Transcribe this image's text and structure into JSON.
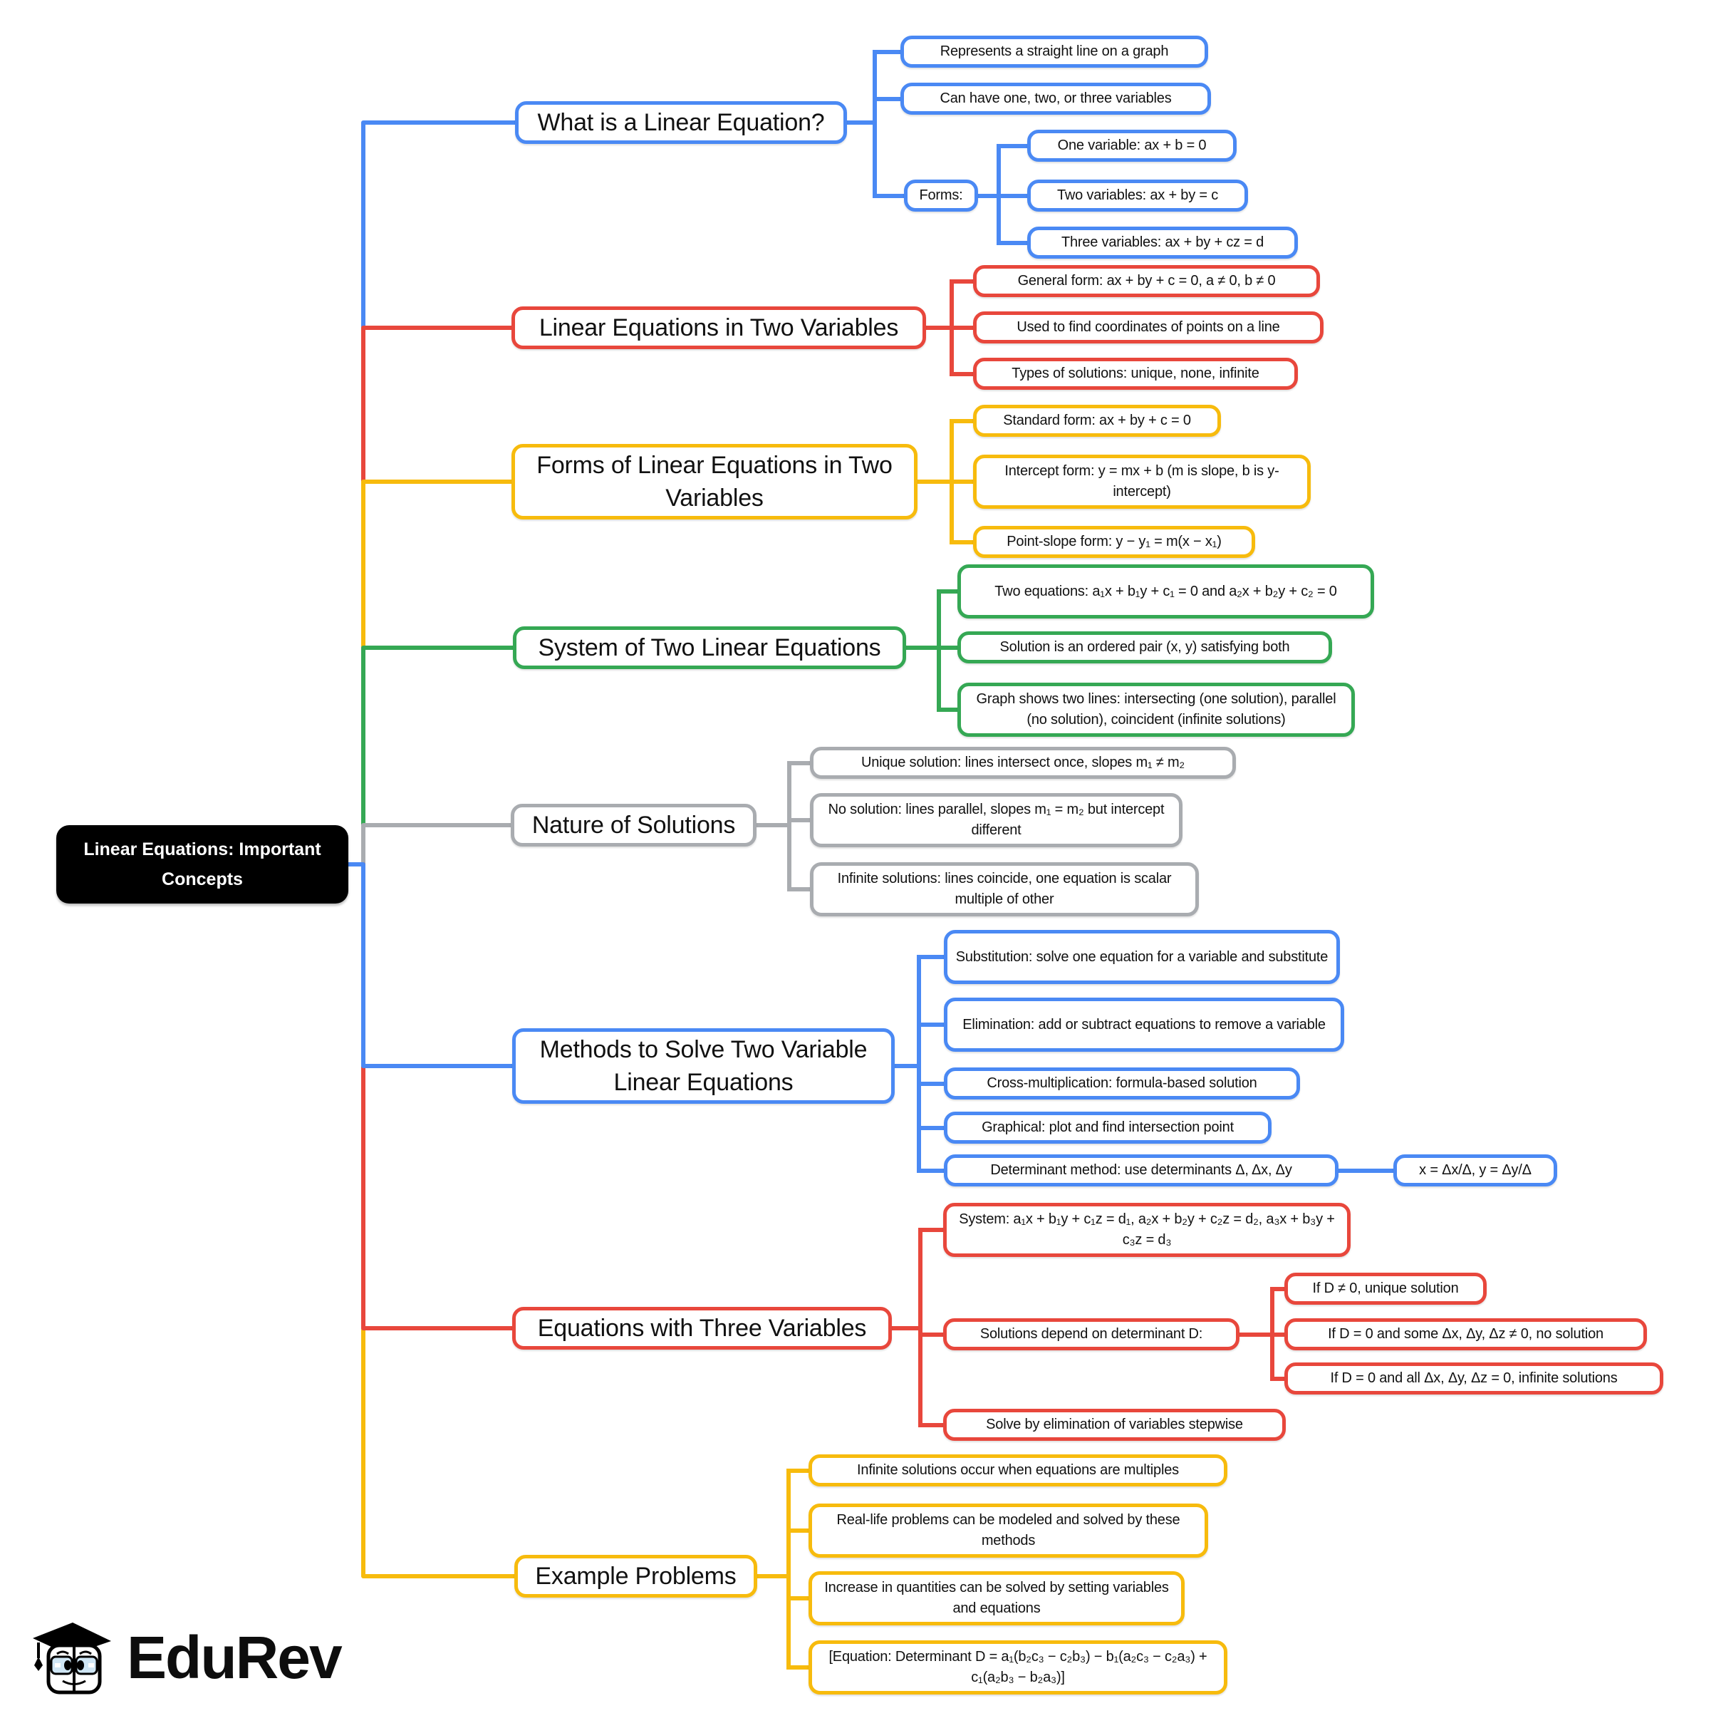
{
  "palette": {
    "blue": "#4a89f4",
    "red": "#e8473c",
    "yellow": "#f7bb0d",
    "green": "#35a854",
    "gray": "#a9acb0",
    "root_bg": "#000000",
    "root_text": "#ffffff"
  },
  "root": {
    "label": "Linear Equations: Important Concepts"
  },
  "branches": [
    {
      "label": "What is a Linear Equation?",
      "color": "blue",
      "children": [
        {
          "text": "Represents a straight line on a graph"
        },
        {
          "text": "Can have one, two, or three variables"
        },
        {
          "text": "Forms:",
          "children": [
            {
              "text": "One variable: ax + b = 0"
            },
            {
              "text": "Two variables: ax + by = c"
            },
            {
              "text": "Three variables: ax + by + cz = d"
            }
          ]
        }
      ]
    },
    {
      "label": "Linear Equations in Two Variables",
      "color": "red",
      "children": [
        {
          "text": "General form: ax + by + c = 0, a ≠ 0, b ≠ 0"
        },
        {
          "text": "Used to find coordinates of points on a line"
        },
        {
          "text": "Types of solutions: unique, none, infinite"
        }
      ]
    },
    {
      "label": "Forms of Linear Equations in Two Variables",
      "color": "yellow",
      "children": [
        {
          "text": "Standard form: ax + by + c = 0"
        },
        {
          "text": "Intercept form: y = mx + b (m is slope, b is y-intercept)"
        },
        {
          "text": "Point-slope form: y − y₁ = m(x − x₁)"
        }
      ]
    },
    {
      "label": "System of Two Linear Equations",
      "color": "green",
      "children": [
        {
          "text": "Two equations: a₁x + b₁y + c₁ = 0 and a₂x + b₂y + c₂ = 0"
        },
        {
          "text": "Solution is an ordered pair (x, y) satisfying both"
        },
        {
          "text": "Graph shows two lines: intersecting (one solution), parallel (no solution), coincident (infinite solutions)"
        }
      ]
    },
    {
      "label": "Nature of Solutions",
      "color": "gray",
      "children": [
        {
          "text": "Unique solution: lines intersect once, slopes m₁ ≠ m₂"
        },
        {
          "text": "No solution: lines parallel, slopes m₁ = m₂ but intercept different"
        },
        {
          "text": "Infinite solutions: lines coincide, one equation is scalar multiple of other"
        }
      ]
    },
    {
      "label": "Methods to Solve Two Variable Linear Equations",
      "color": "blue",
      "children": [
        {
          "text": "Substitution: solve one equation for a variable and substitute"
        },
        {
          "text": "Elimination: add or subtract equations to remove a variable"
        },
        {
          "text": "Cross-multiplication: formula-based solution"
        },
        {
          "text": "Graphical: plot and find intersection point"
        },
        {
          "text": "Determinant method: use determinants Δ, Δx, Δy",
          "children": [
            {
              "text": "x = Δx/Δ, y = Δy/Δ"
            }
          ]
        }
      ]
    },
    {
      "label": "Equations with Three Variables",
      "color": "red",
      "children": [
        {
          "text": "System: a₁x + b₁y + c₁z = d₁, a₂x + b₂y + c₂z = d₂, a₃x + b₃y + c₃z = d₃"
        },
        {
          "text": "Solutions depend on determinant D:",
          "children": [
            {
              "text": "If D ≠ 0, unique solution"
            },
            {
              "text": "If D = 0 and some Δx, Δy, Δz ≠ 0, no solution"
            },
            {
              "text": "If D = 0 and all Δx, Δy, Δz = 0, infinite solutions"
            }
          ]
        },
        {
          "text": "Solve by elimination of variables stepwise"
        }
      ]
    },
    {
      "label": "Example Problems",
      "color": "yellow",
      "children": [
        {
          "text": "Infinite solutions occur when equations are multiples"
        },
        {
          "text": "Real-life problems can be modeled and solved by these methods"
        },
        {
          "text": "Increase in quantities can be solved by setting variables and equations"
        },
        {
          "text": "[Equation: Determinant D = a₁(b₂c₃ − c₂b₃) − b₁(a₂c₃ − c₂a₃) + c₁(a₂b₃ − b₂a₃)]"
        }
      ]
    }
  ],
  "logo": {
    "brand": "EduRev"
  }
}
